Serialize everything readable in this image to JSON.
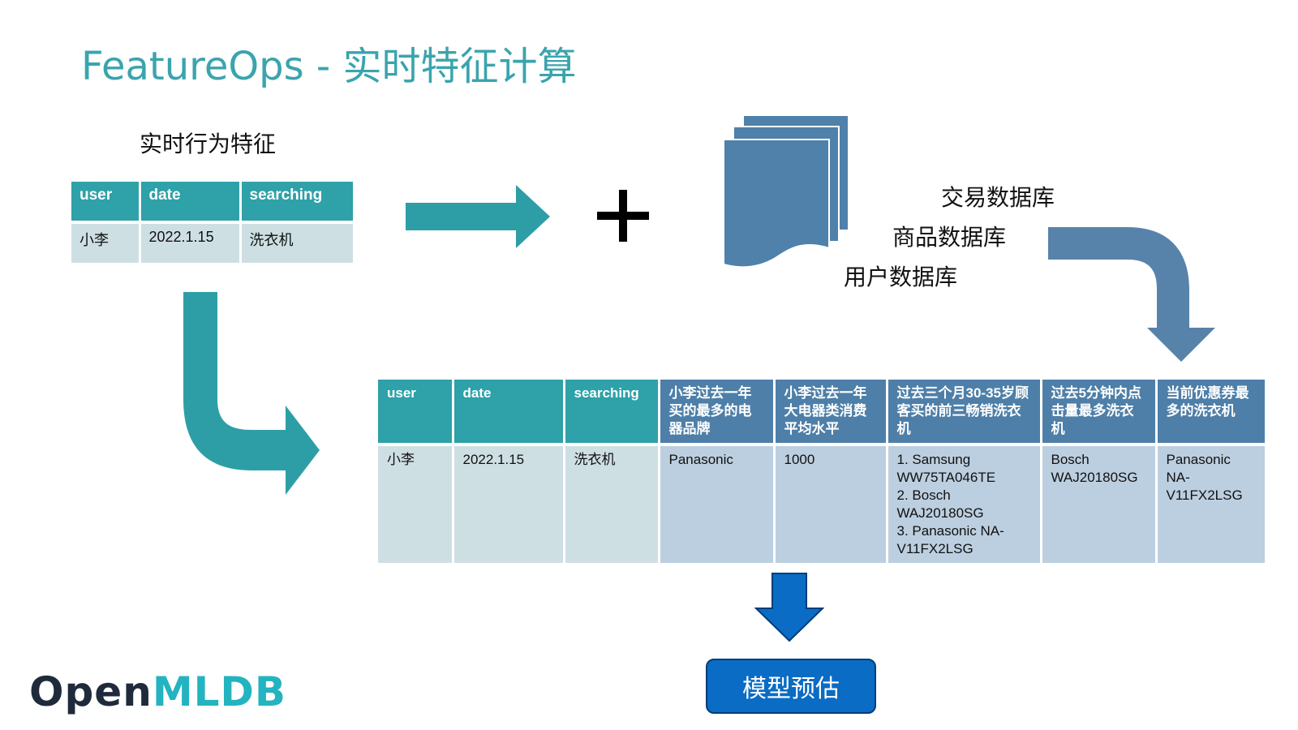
{
  "title": "FeatureOps - 实时特征计算",
  "section_title": "实时行为特征",
  "small_table": {
    "headers": [
      "user",
      "date",
      "searching"
    ],
    "row": [
      "小李",
      "2022.1.15",
      "洗衣机"
    ]
  },
  "plus_sign": "+",
  "databases": [
    "交易数据库",
    "商品数据库",
    "用户数据库"
  ],
  "big_table": {
    "headers": [
      "user",
      "date",
      "searching",
      "小李过去一年买的最多的电器品牌",
      "小李过去一年大电器类消费平均水平",
      "过去三个月30-35岁顾客买的前三畅销洗衣机",
      "过去5分钟内点击量最多洗衣机",
      "当前优惠券最多的洗衣机"
    ],
    "row": {
      "user": "小李",
      "date": "2022.1.15",
      "searching": "洗衣机",
      "brand": "Panasonic",
      "avg_spend": "1000",
      "top3": [
        "1. Samsung WW75TA046TE",
        "2. Bosch WAJ20180SG",
        "3. Panasonic NA-V11FX2LSG"
      ],
      "most_clicked": "Bosch WAJ20180SG",
      "most_coupons": "Panasonic NA-V11FX2LSG"
    }
  },
  "predict_button": "模型预估",
  "logo": {
    "part1": "Open",
    "part2": "MLDB"
  },
  "colors": {
    "title": "#3aa4ad",
    "teal_header": "#2ea1a9",
    "blue_header": "#4e7fa8",
    "teal_cell": "#cedfe4",
    "blue_cell": "#bccfe0",
    "arrow_teal": "#2e9ea6",
    "arrow_blue": "#5783ab",
    "button": "#0a6cc4"
  }
}
